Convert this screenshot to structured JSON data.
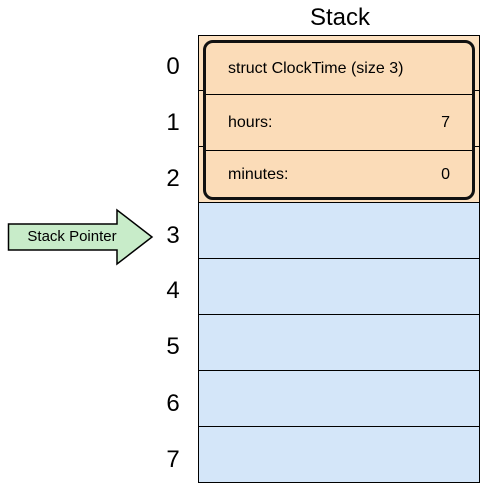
{
  "title": "Stack",
  "indices": [
    "0",
    "1",
    "2",
    "3",
    "4",
    "5",
    "6",
    "7"
  ],
  "struct": {
    "header": "struct ClockTime (size 3)",
    "fields": [
      {
        "name": "hours:",
        "value": "7"
      },
      {
        "name": "minutes:",
        "value": "0"
      }
    ]
  },
  "pointer": {
    "label": "Stack Pointer",
    "target_index": "3"
  },
  "colors": {
    "stack_cell": "#d4e6f9",
    "struct_fill": "#fbdcb8",
    "pointer_fill": "#c8ecc9",
    "border": "#000000"
  }
}
